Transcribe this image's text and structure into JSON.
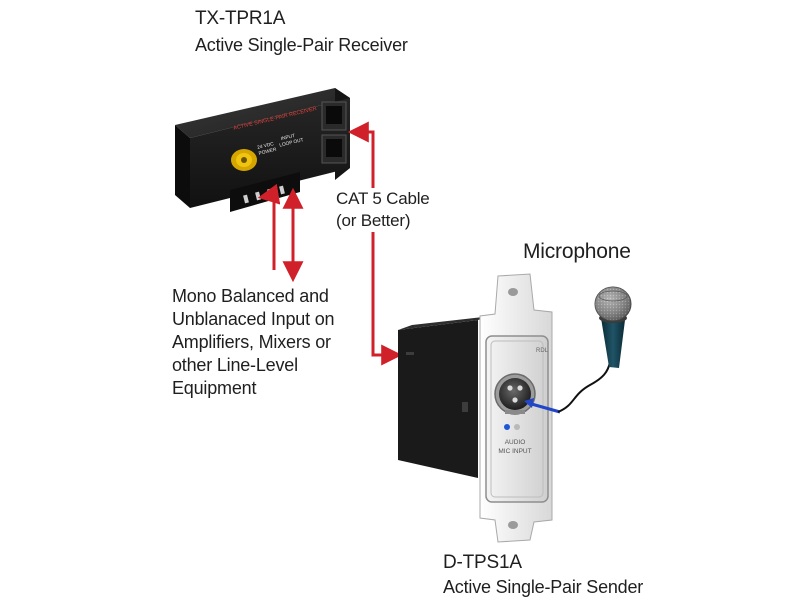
{
  "receiver": {
    "model": "TX-TPR1A",
    "description": "Active Single-Pair Receiver",
    "front_label": "ACTIVE SINGLE-PAIR RECEIVER",
    "power_label": "24 VDC",
    "power_sub": "POWER",
    "io_label": "INPUT",
    "io_sub": "LOOP OUT"
  },
  "cable": {
    "line1": "CAT 5 Cable",
    "line2": "(or Better)"
  },
  "input_note": {
    "line1": "Mono Balanced and",
    "line2": "Unblanaced Input on",
    "line3": "Amplifiers, Mixers or",
    "line4": "other Line-Level",
    "line5": "Equipment"
  },
  "microphone": {
    "label": "Microphone"
  },
  "sender": {
    "model": "D-TPS1A",
    "description": "Active Single-Pair Sender",
    "plate_line1": "AUDIO",
    "plate_line2": "MIC INPUT",
    "badge": "RDL"
  },
  "colors": {
    "arrow": "#d0202a",
    "device_body": "#1c1c1c",
    "wallplate": "#f2f2f2",
    "mic_handle": "#123c4a"
  }
}
